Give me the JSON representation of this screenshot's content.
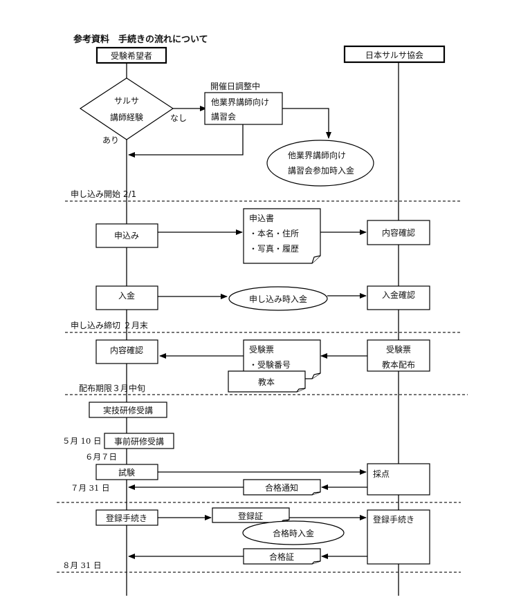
{
  "title": "参考資料　手続きの流れについて",
  "lanes": {
    "applicant": "受験希望者",
    "association": "日本サルサ協会"
  },
  "decision": {
    "line1": "サルサ",
    "line2": "講師経験",
    "no_label": "なし",
    "yes_label": "あり"
  },
  "seminar": {
    "note": "開催日調整中",
    "line1": "他業界講師向け",
    "line2": "講習会"
  },
  "seminar_payment": {
    "line1": "他業界講師向け",
    "line2": "講習会参加時入金"
  },
  "milestones": {
    "application_start": "申し込み開始 2/1",
    "application_deadline": "申し込み締切 ２月末",
    "distribution_deadline": "配布期限３月中旬",
    "pre_training_date": "５月 10 日",
    "exam_date": "６月７日",
    "result_date": "７月 31 日",
    "registration_deadline": "８月 31 日"
  },
  "application": {
    "apply": "申込み",
    "form_title": "申込書",
    "form_item1": "・本名・住所",
    "form_item2": "・写真・履歴",
    "content_check": "内容確認"
  },
  "payment": {
    "pay": "入金",
    "application_payment": "申し込み時入金",
    "payment_check": "入金確認"
  },
  "distribution": {
    "content_check": "内容確認",
    "ticket_title": "受験票",
    "ticket_item": "・受験番号",
    "textbook": "教本",
    "assoc_line1": "受験票",
    "assoc_line2": "教本配布"
  },
  "training": {
    "practical": "実技研修受講",
    "pre": "事前研修受講"
  },
  "exam": {
    "exam": "試験",
    "grading": "採点",
    "pass_notice": "合格通知"
  },
  "registration": {
    "procedure": "登録手続き",
    "certificate_reg": "登録証",
    "pass_payment": "合格時入金",
    "assoc_procedure": "登録手続き",
    "pass_certificate": "合格証"
  }
}
